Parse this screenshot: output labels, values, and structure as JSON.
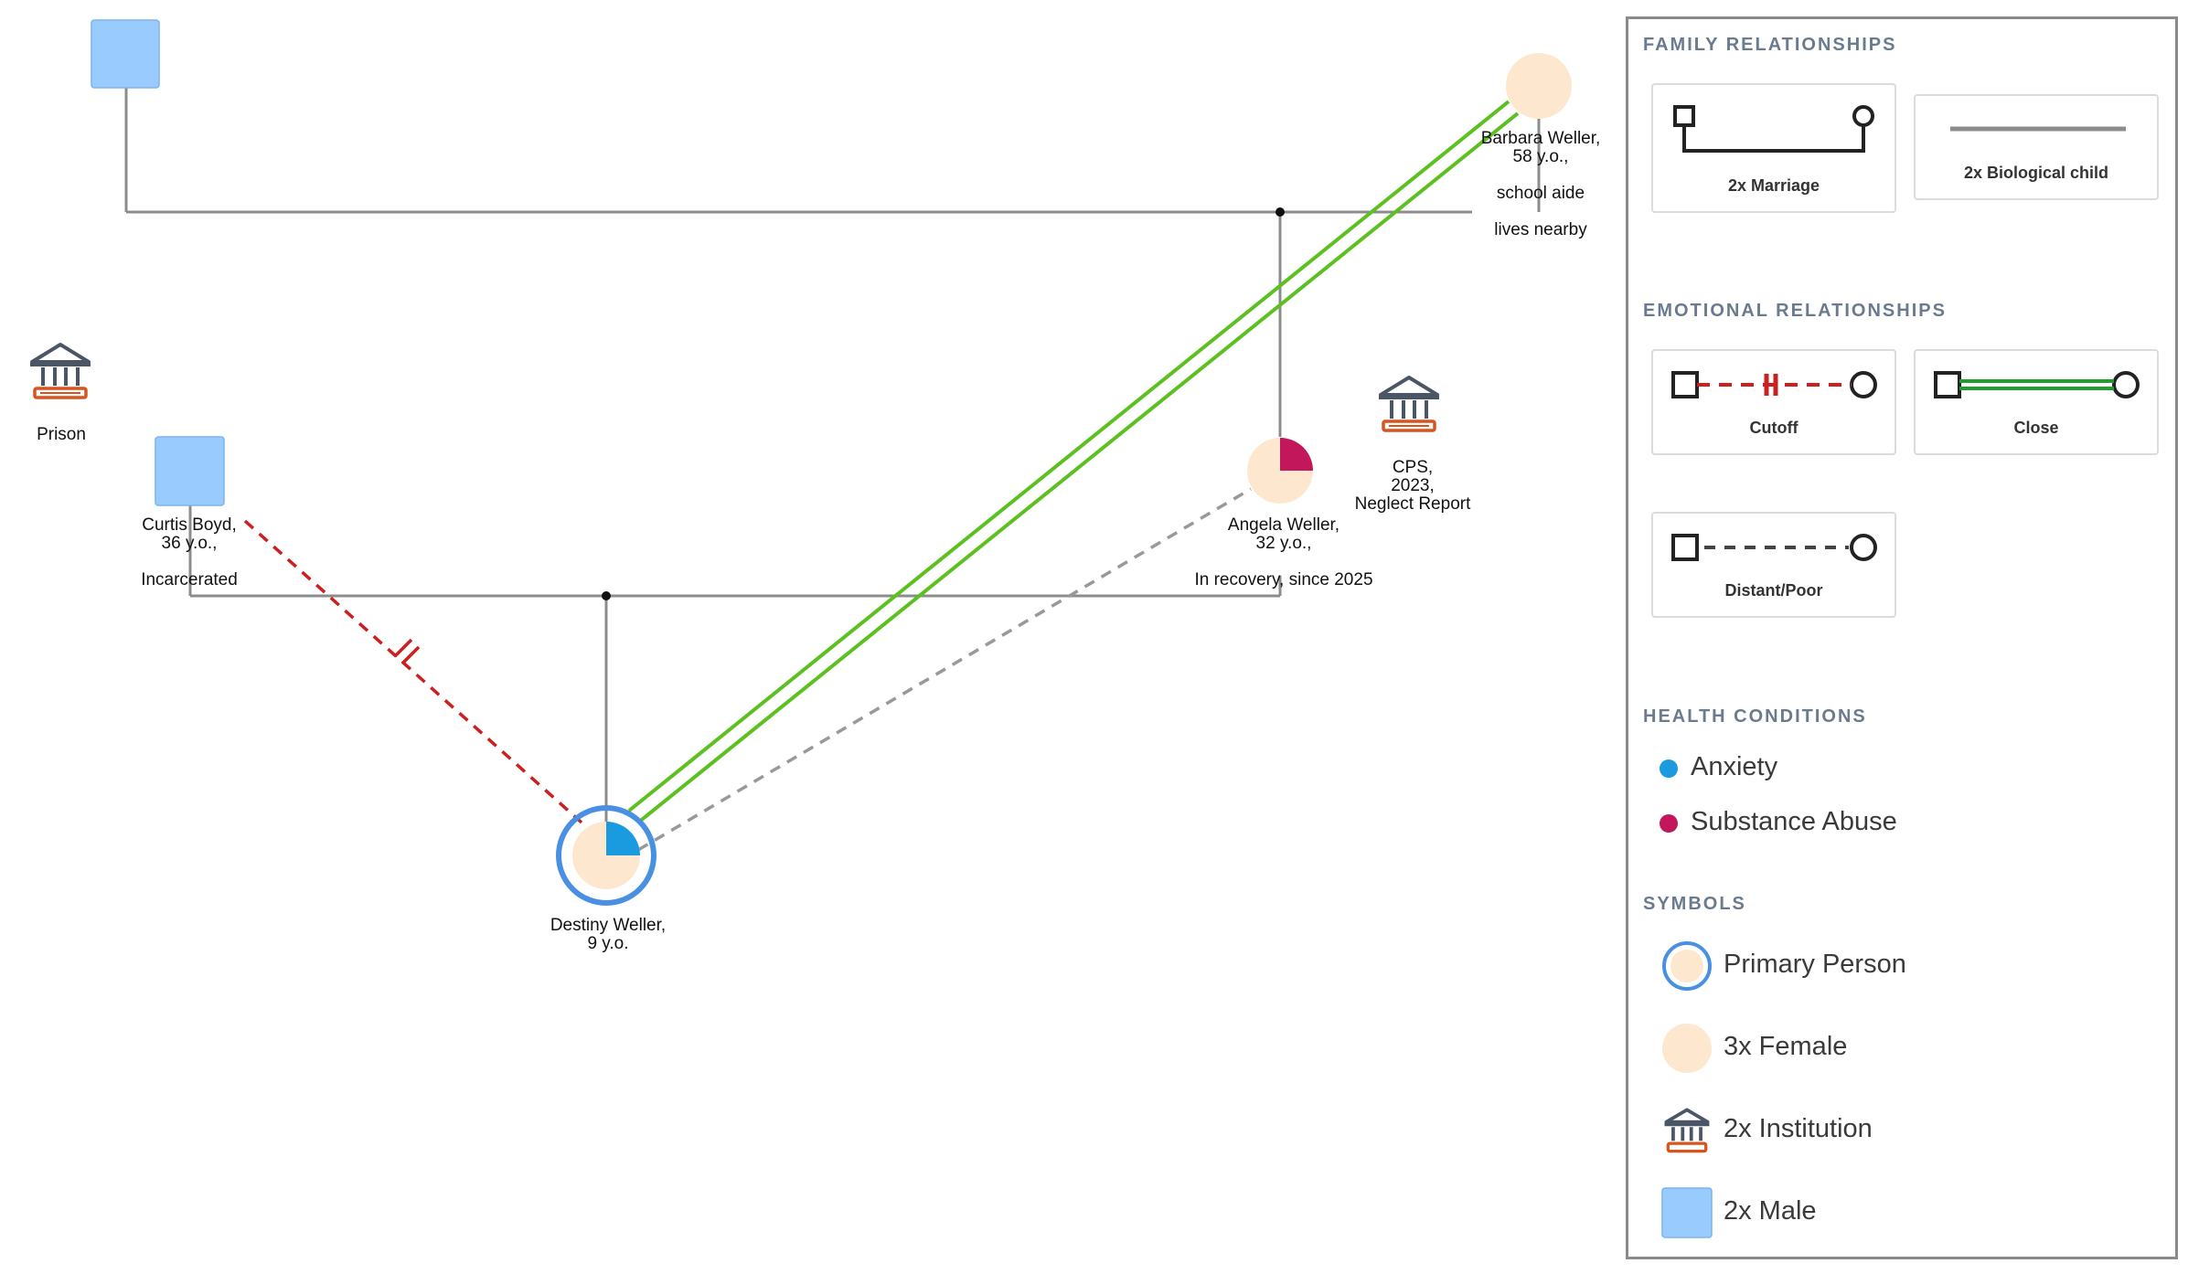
{
  "people": [
    {
      "id": "barbara",
      "lines": [
        "Barbara Weller,",
        "58 y.o.,",
        "",
        "school aide",
        "",
        "lives nearby"
      ]
    },
    {
      "id": "angela",
      "lines": [
        "Angela Weller,",
        "32 y.o.,",
        "",
        "In recovery, since 2025"
      ]
    },
    {
      "id": "curtis",
      "lines": [
        "Curtis Boyd,",
        "36 y.o.,",
        "",
        "Incarcerated"
      ]
    },
    {
      "id": "destiny",
      "lines": [
        "Destiny Weller,",
        "9 y.o."
      ]
    }
  ],
  "institutions": [
    {
      "id": "prison",
      "lines": [
        "Prison"
      ]
    },
    {
      "id": "cps",
      "lines": [
        "CPS,",
        "2023,",
        "Neglect Report"
      ]
    }
  ],
  "legend": {
    "family_title": "FAMILY RELATIONSHIPS",
    "family_items": [
      {
        "label": "2x Marriage"
      },
      {
        "label": "2x Biological child"
      }
    ],
    "emotional_title": "EMOTIONAL RELATIONSHIPS",
    "emotional_items": [
      {
        "label": "Cutoff"
      },
      {
        "label": "Close"
      },
      {
        "label": "Distant/Poor"
      }
    ],
    "health_title": "HEALTH CONDITIONS",
    "health_items": [
      {
        "label": "Anxiety",
        "color": "#1a9be0"
      },
      {
        "label": "Substance Abuse",
        "color": "#c2185b"
      }
    ],
    "symbols_title": "SYMBOLS",
    "symbol_items": [
      {
        "label": "Primary Person"
      },
      {
        "label": "3x Female"
      },
      {
        "label": "2x Institution"
      },
      {
        "label": "2x Male"
      }
    ]
  },
  "colors": {
    "male": "#99cbff",
    "female": "#fde7cf",
    "anxiety": "#1a9be0",
    "substance": "#c2185b",
    "primary_ring": "#4a90e2",
    "cutoff": "#cc1f1f",
    "close": "#5cc020",
    "distant": "#999999",
    "family_line": "#8c8c8c",
    "institution_roof": "#4a5566",
    "institution_base": "#d9531e"
  }
}
